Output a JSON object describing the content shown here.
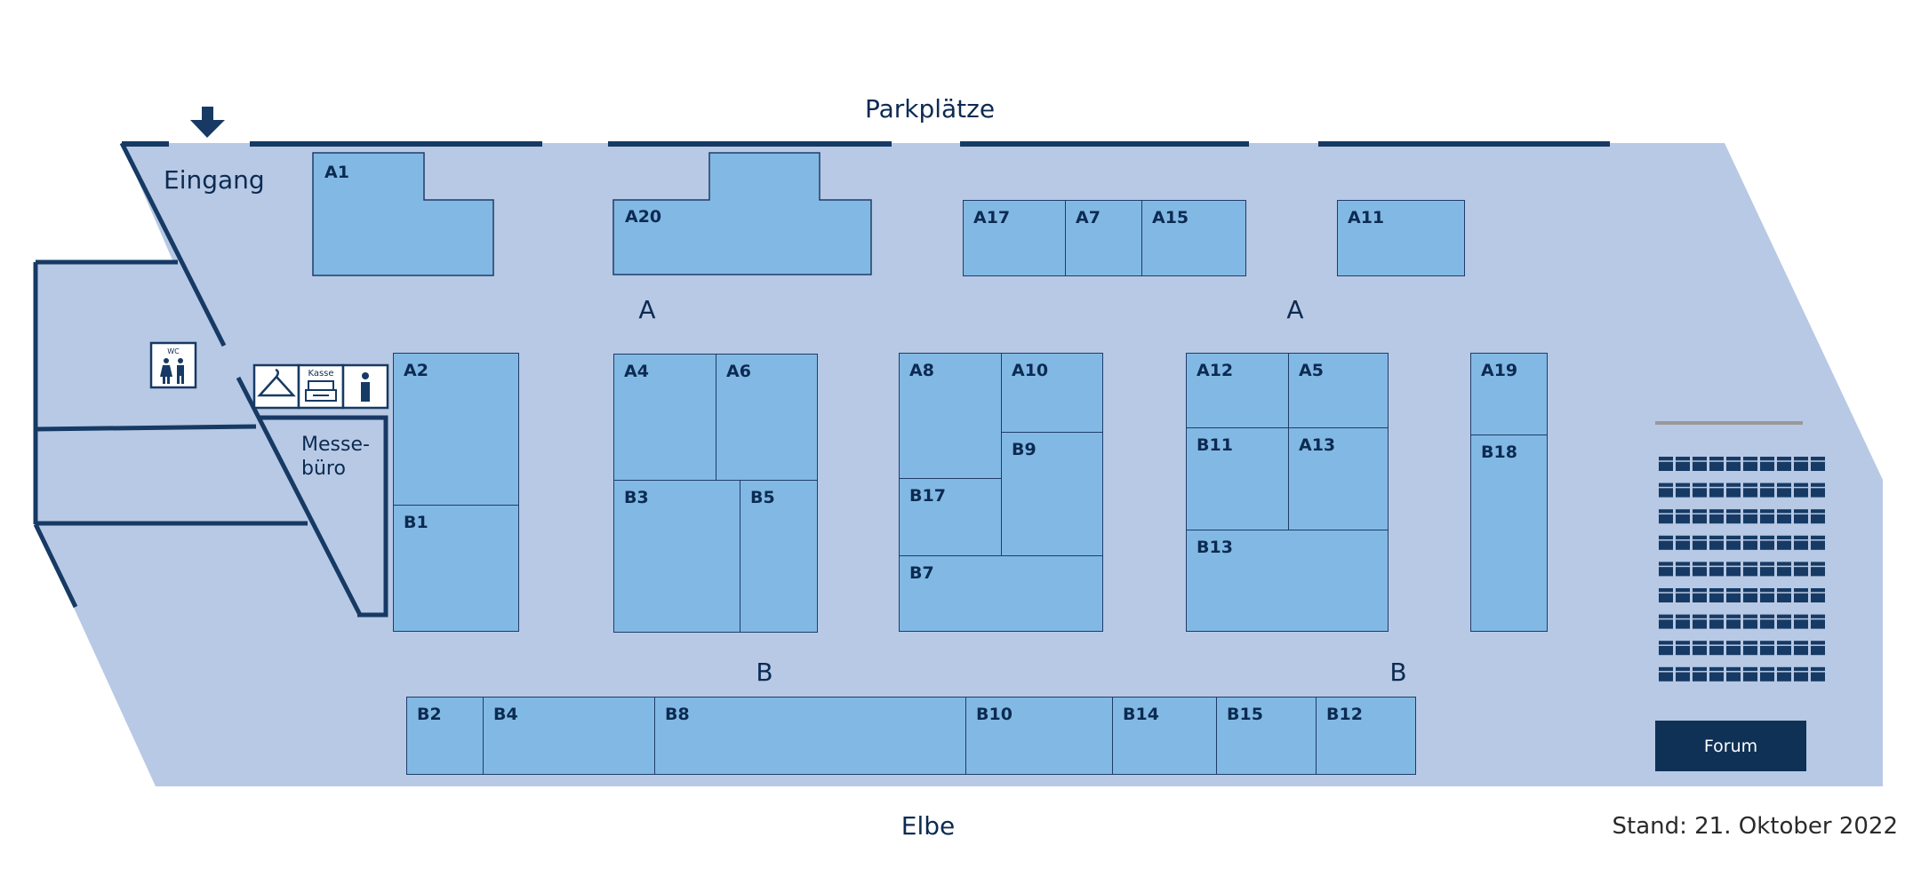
{
  "labels": {
    "parking": "Parkplätze",
    "entrance": "Eingang",
    "river": "Elbe",
    "office_line1": "Messe-",
    "office_line2": "büro",
    "wc": "WC",
    "cashier": "Kasse",
    "forum": "Forum",
    "status": "Stand: 21. Oktober 2022"
  },
  "aisles": [
    "A",
    "A",
    "B",
    "B"
  ],
  "stands": [
    {
      "id": "A1"
    },
    {
      "id": "A20"
    },
    {
      "id": "A17"
    },
    {
      "id": "A7"
    },
    {
      "id": "A15"
    },
    {
      "id": "A11"
    },
    {
      "id": "A2"
    },
    {
      "id": "B1"
    },
    {
      "id": "A4"
    },
    {
      "id": "A6"
    },
    {
      "id": "B3"
    },
    {
      "id": "B5"
    },
    {
      "id": "A8"
    },
    {
      "id": "A10"
    },
    {
      "id": "B9"
    },
    {
      "id": "B17"
    },
    {
      "id": "B7"
    },
    {
      "id": "A12"
    },
    {
      "id": "A5"
    },
    {
      "id": "B11"
    },
    {
      "id": "A13"
    },
    {
      "id": "B13"
    },
    {
      "id": "A19"
    },
    {
      "id": "B18"
    },
    {
      "id": "B2"
    },
    {
      "id": "B4"
    },
    {
      "id": "B8"
    },
    {
      "id": "B10"
    },
    {
      "id": "B14"
    },
    {
      "id": "B15"
    },
    {
      "id": "B12"
    }
  ],
  "icons": [
    "entrance-arrow-icon",
    "wc-icon",
    "wardrobe-icon",
    "cashier-icon",
    "info-icon",
    "seat-icon"
  ],
  "colors": {
    "hall": "#b8c9e5",
    "stand": "#82b9e4",
    "line": "#163a64",
    "dark": "#0f3156"
  }
}
